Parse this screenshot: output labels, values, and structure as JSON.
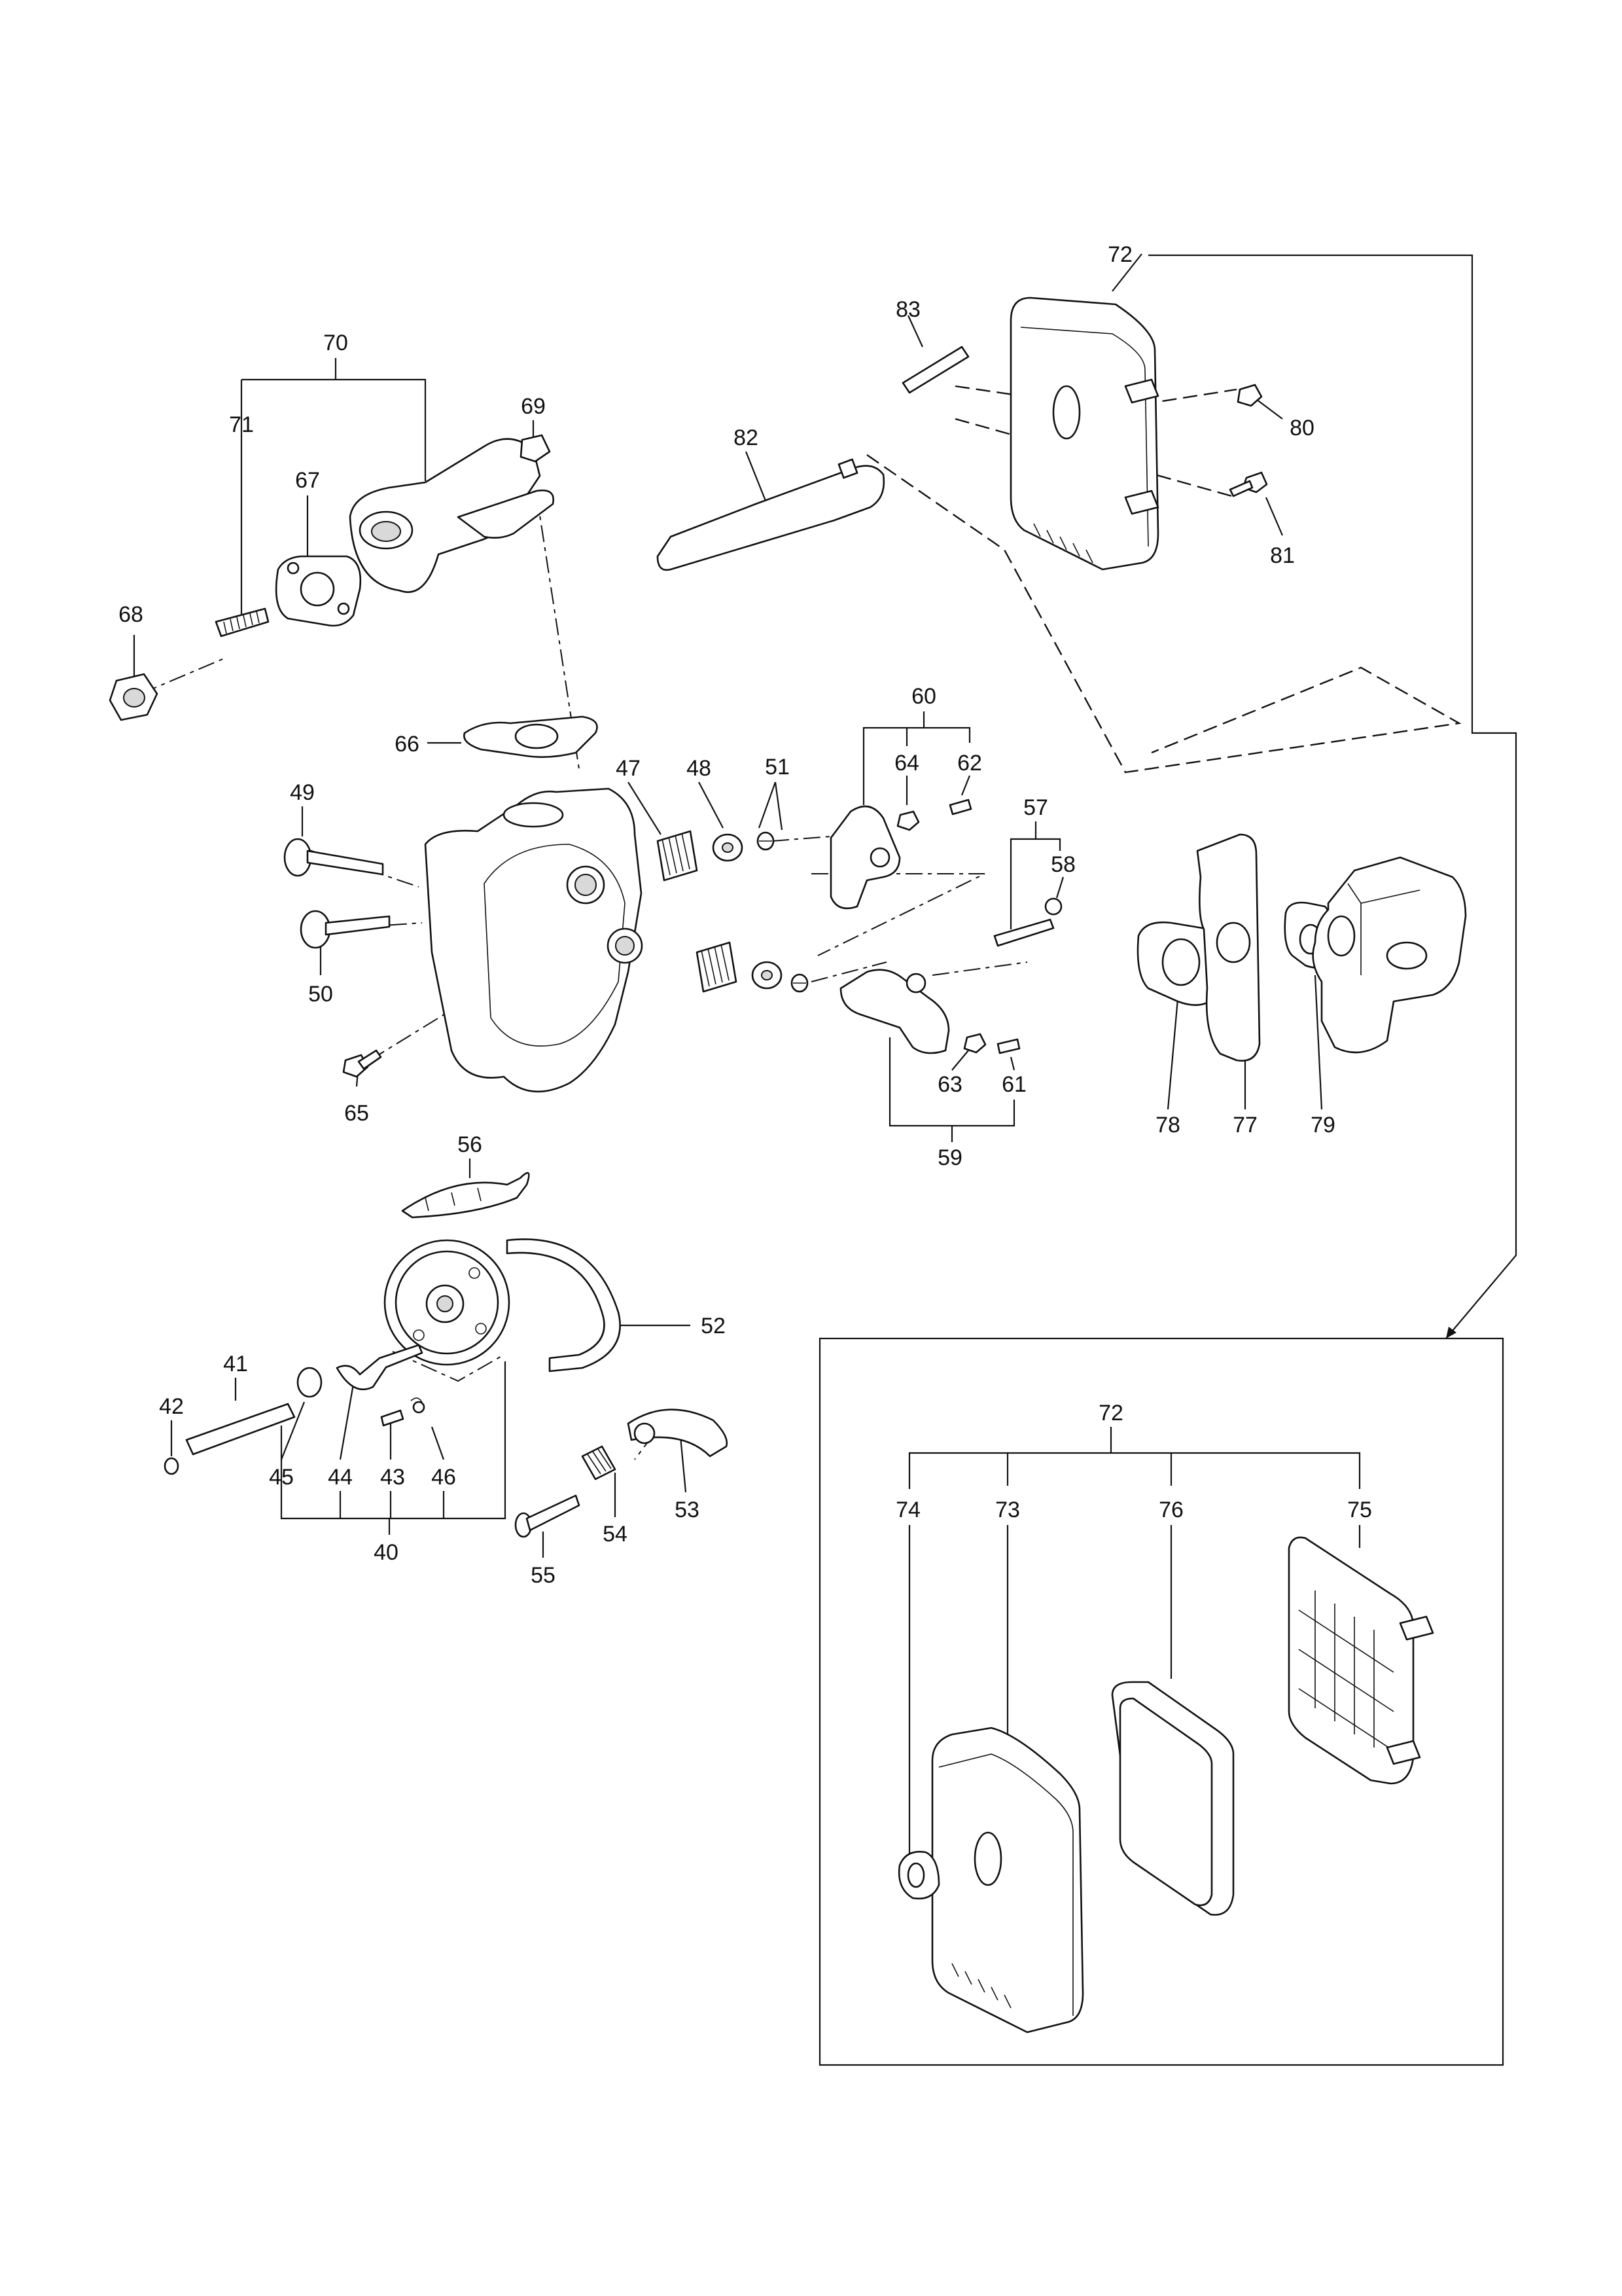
{
  "diagram": {
    "labels": {
      "l40": "40",
      "l41": "41",
      "l42": "42",
      "l43": "43",
      "l44": "44",
      "l45": "45",
      "l46": "46",
      "l47": "47",
      "l48": "48",
      "l49": "49",
      "l50": "50",
      "l51": "51",
      "l52": "52",
      "l53": "53",
      "l54": "54",
      "l55": "55",
      "l56": "56",
      "l57": "57",
      "l58": "58",
      "l59": "59",
      "l60": "60",
      "l61": "61",
      "l62": "62",
      "l63": "63",
      "l64": "64",
      "l65": "65",
      "l66": "66",
      "l67": "67",
      "l68": "68",
      "l69": "69",
      "l70": "70",
      "l71": "71",
      "l72": "72",
      "l72b": "72",
      "l73": "73",
      "l74": "74",
      "l75": "75",
      "l76": "76",
      "l77": "77",
      "l78": "78",
      "l79": "79",
      "l80": "80",
      "l81": "81",
      "l82": "82",
      "l83": "83"
    }
  }
}
